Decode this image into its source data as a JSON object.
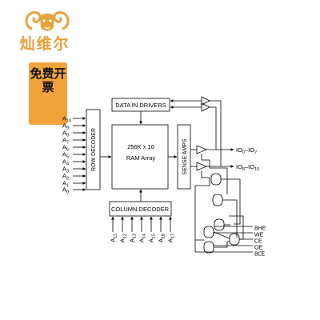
{
  "watermark": {
    "brand_name": "灿维尔",
    "promo_text": "免费开票",
    "accent_color": "#e8a23a",
    "badge_color": "#f2a43a"
  },
  "diagram": {
    "blocks": {
      "data_in_drivers": "DATA IN DRIVERS",
      "row_decoder": "ROW DECODER",
      "ram_array_line1": "256K x 16",
      "ram_array_line2": "RAM Array",
      "sense_amps": "SENSE AMPS",
      "column_decoder": "COLUMN DECODER"
    },
    "row_address_inputs": [
      "A10",
      "A9",
      "A8",
      "A7",
      "A6",
      "A5",
      "A4",
      "A3",
      "A2",
      "A1",
      "A0"
    ],
    "column_address_inputs": [
      "A11",
      "A12",
      "A13",
      "A14",
      "A15",
      "A16",
      "A17"
    ],
    "io_outputs": [
      {
        "base": "IO",
        "from": "0",
        "to": "7"
      },
      {
        "base": "IO",
        "from": "8",
        "to": "15"
      }
    ],
    "control_inputs": [
      "BHE",
      "WE",
      "CE",
      "OE",
      "BLE"
    ]
  }
}
